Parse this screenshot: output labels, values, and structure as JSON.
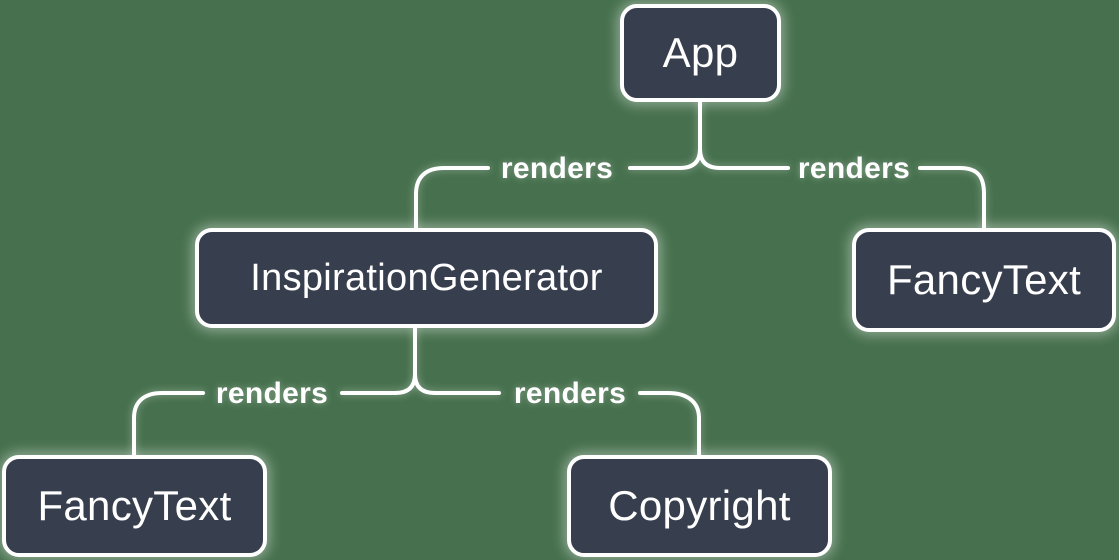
{
  "diagram": {
    "title": "component-render-tree",
    "background_color": "#47714E",
    "node_fill_color": "#373E4D",
    "node_border_color": "#FFFFFF",
    "connector_color": "#FFFFFF",
    "text_color": "#FFFFFF",
    "nodes": {
      "app": {
        "label": "App"
      },
      "inspiration_generator": {
        "label": "InspirationGenerator"
      },
      "fancy_text_top": {
        "label": "FancyText"
      },
      "fancy_text_bottom": {
        "label": "FancyText"
      },
      "copyright": {
        "label": "Copyright"
      }
    },
    "edges": [
      {
        "from": "App",
        "to": "InspirationGenerator",
        "label": "renders"
      },
      {
        "from": "App",
        "to": "FancyText",
        "label": "renders"
      },
      {
        "from": "InspirationGenerator",
        "to": "FancyText",
        "label": "renders"
      },
      {
        "from": "InspirationGenerator",
        "to": "Copyright",
        "label": "renders"
      }
    ]
  }
}
